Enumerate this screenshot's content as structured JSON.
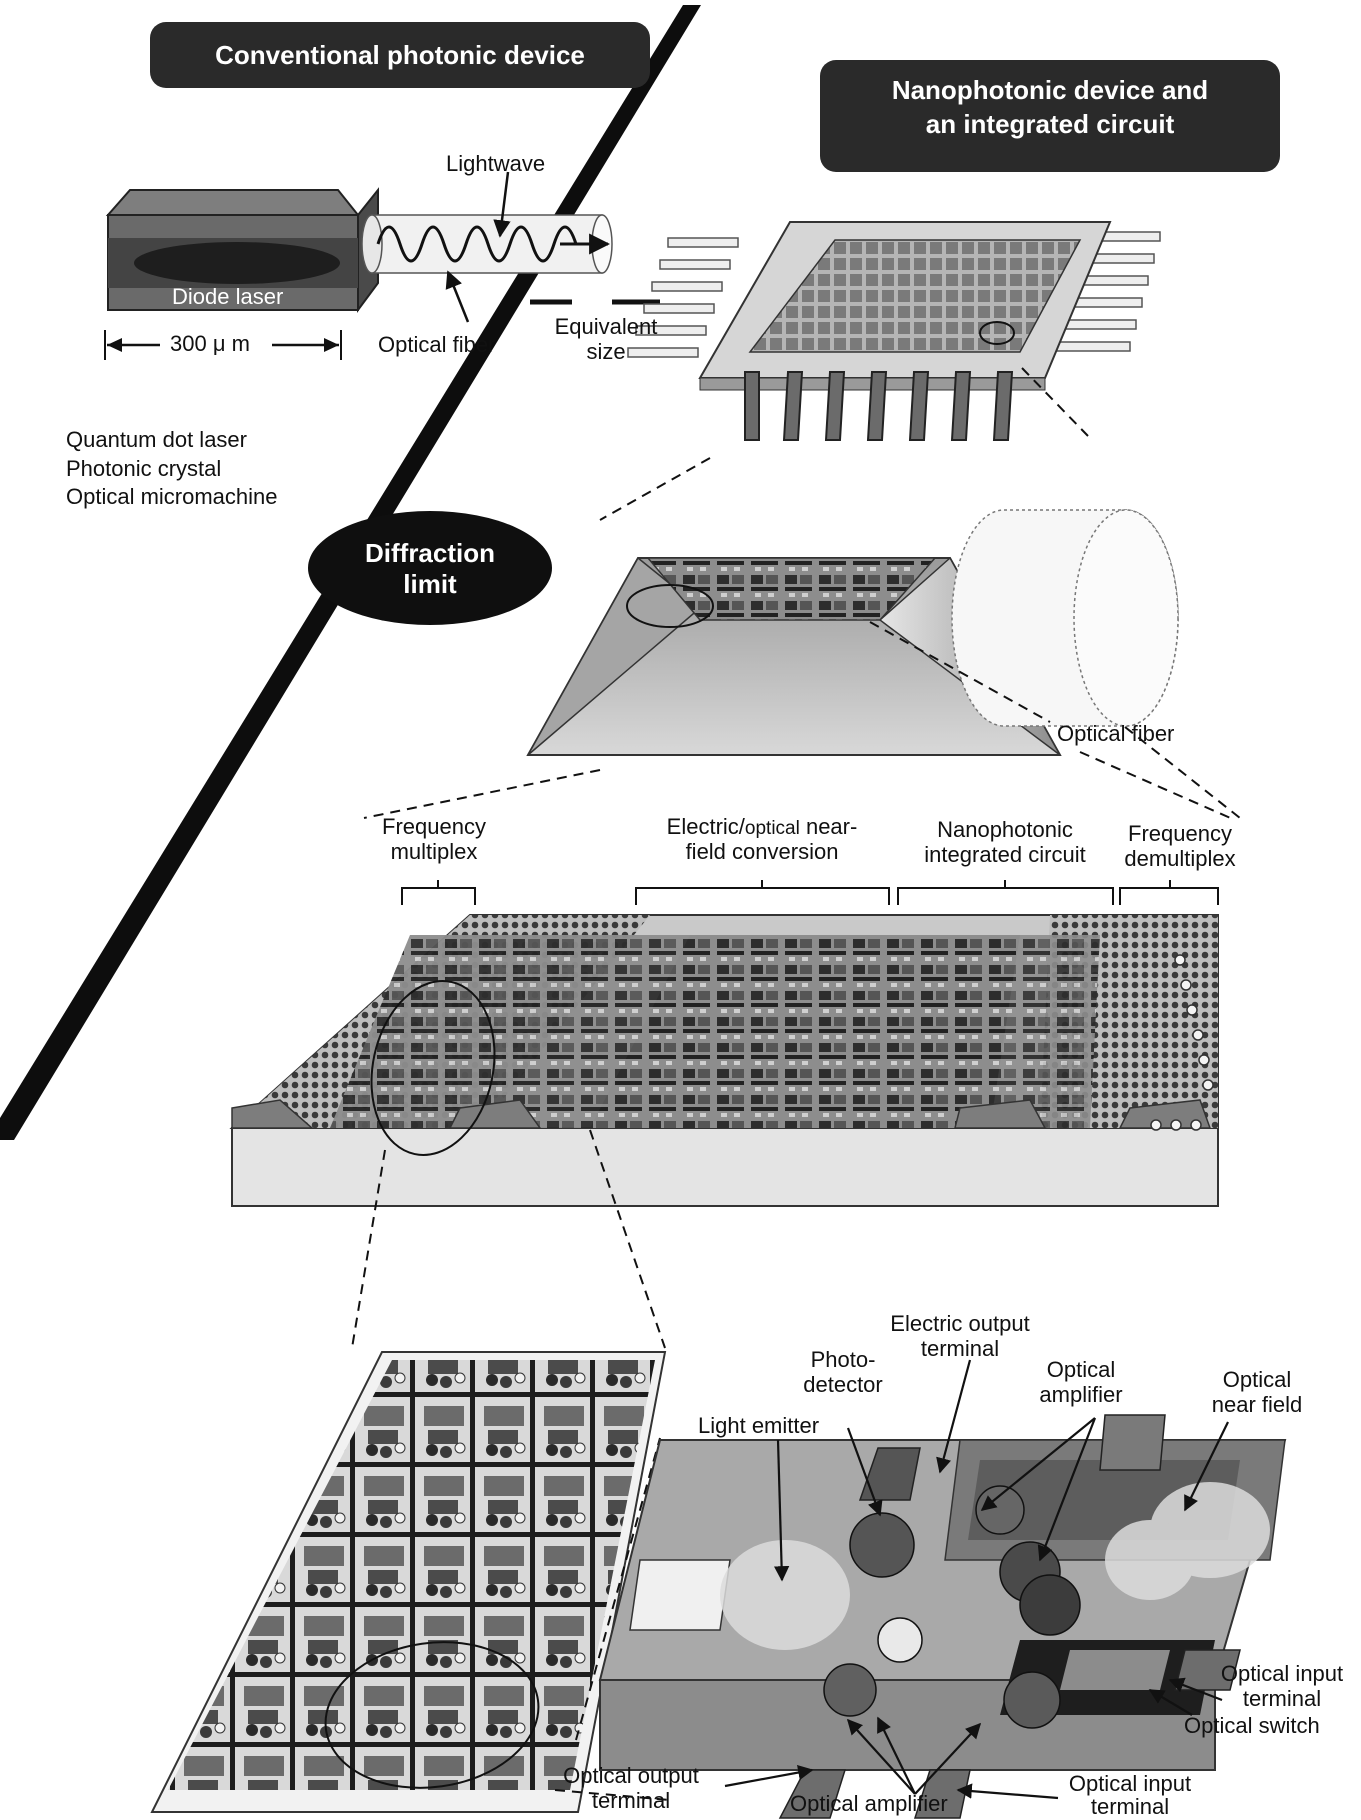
{
  "headers": {
    "conventional": "Conventional photonic device",
    "nanophotonic_line1": "Nanophotonic device and",
    "nanophotonic_line2": "an integrated circuit"
  },
  "top_left": {
    "lightwave": "Lightwave",
    "diode_laser": "Diode laser",
    "scale": "300 μ m",
    "optical_fiber": "Optical fiber",
    "equivalent": "Equivalent",
    "size": "size"
  },
  "device_list": [
    "Quantum dot laser",
    "Photonic crystal",
    "Optical micromachine"
  ],
  "diffraction": {
    "line1": "Diffraction",
    "line2": "limit"
  },
  "middle": {
    "optical_fiber": "Optical fiber"
  },
  "sections": {
    "freq_mux_1": "Frequency",
    "freq_mux_2": "multiplex",
    "eo_1_a": "Electric/",
    "eo_1_b": "optical",
    "eo_1_c": " near-",
    "eo_2": "field conversion",
    "nano_1": "Nanophotonic",
    "nano_2": "integrated circuit",
    "demux_1": "Frequency",
    "demux_2": "demultiplex"
  },
  "callouts": {
    "electric_output_1": "Electric output",
    "electric_output_2": "terminal",
    "photodetector_1": "Photo-",
    "photodetector_2": "detector",
    "optical_amp_top_1": "Optical",
    "optical_amp_top_2": "amplifier",
    "optical_near_field_1": "Optical",
    "optical_near_field_2": "near field",
    "light_emitter": "Light emitter",
    "optical_input_r_1": "Optical input",
    "optical_input_r_2": "terminal",
    "optical_switch": "Optical switch",
    "optical_output_1": "Optical output",
    "optical_output_2": "terminal",
    "optical_amp_bottom": "Optical amplifier",
    "optical_input_b_1": "Optical input",
    "optical_input_b_2": "terminal"
  }
}
